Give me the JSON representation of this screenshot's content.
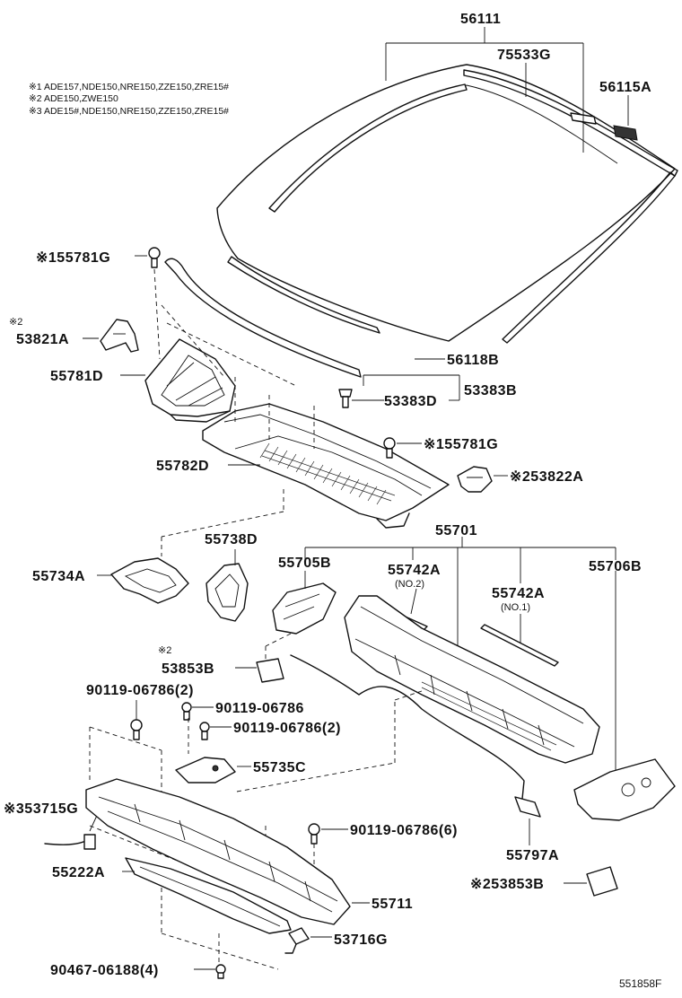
{
  "notes": [
    "※1 ADE157,NDE150,NRE150,ZZE150,ZRE15#",
    "※2 ADE150,ZWE150",
    "※3 ADE15#,NDE150,NRE150,ZZE150,ZRE15#"
  ],
  "labels": {
    "p56111": "56111",
    "p75533G": "75533G",
    "p56115A": "56115A",
    "p55781G_top": "※155781G",
    "p53821A_mark": "※2",
    "p53821A": "53821A",
    "p55781D": "55781D",
    "p56118B": "56118B",
    "p53383D": "53383D",
    "p53383B": "53383B",
    "p55781G_mid": "※155781G",
    "p55782D": "55782D",
    "p53822A": "※253822A",
    "p55701": "55701",
    "p55738D": "55738D",
    "p55734A": "55734A",
    "p55705B": "55705B",
    "p55742A_1": "55742A",
    "p55742A_1_sub": "(NO.2)",
    "p55742A_2": "55742A",
    "p55742A_2_sub": "(NO.1)",
    "p55706B": "55706B",
    "p53853B_top_mark": "※2",
    "p53853B_top": "53853B",
    "p90119_a": "90119-06786(2)",
    "p90119_b": "90119-06786",
    "p90119_c": "90119-06786(2)",
    "p55735C": "55735C",
    "p53715G": "※353715G",
    "p90119_d": "90119-06786(6)",
    "p55797A": "55797A",
    "p55222A": "55222A",
    "p53853B_bot": "※253853B",
    "p55711": "55711",
    "p53716G": "53716G",
    "p90467": "90467-06188(4)"
  },
  "diagram_ref": "551858F"
}
